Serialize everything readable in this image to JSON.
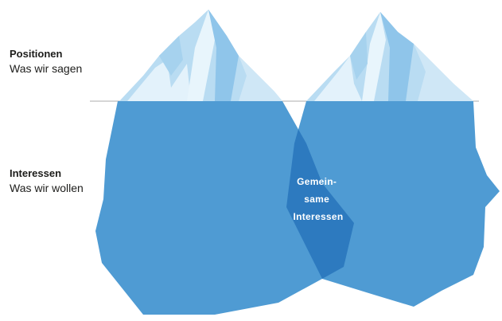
{
  "labels": {
    "positions_title": "Positionen",
    "positions_sub": "Was wir sagen",
    "interests_title": "Interessen",
    "interests_sub": "Was wir wollen"
  },
  "overlap": {
    "lines": [
      "Gemein-",
      "same",
      "Interessen"
    ]
  },
  "colors": {
    "underwater": "#4f9bd3",
    "overlap": "#2d7abf",
    "ice_light": "#e3f2fb",
    "ice_mid": "#b9dcf2",
    "ice_dark": "#8fc5ea",
    "waterline": "#c9c9c9"
  }
}
